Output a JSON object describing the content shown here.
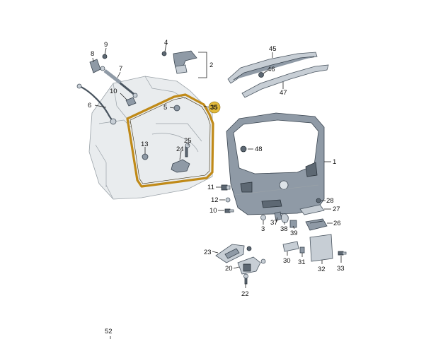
{
  "callouts": {
    "c9": "9",
    "c8": "8",
    "c7": "7",
    "c4": "4",
    "c2": "2",
    "c10a": "10",
    "c6": "6",
    "c5": "5",
    "c35": "35",
    "c45": "45",
    "c46": "46",
    "c47": "47",
    "c13": "13",
    "c25": "25",
    "c24": "24",
    "c48": "48",
    "c1": "1",
    "c11": "11",
    "c12": "12",
    "c10b": "10",
    "c28": "28",
    "c27": "27",
    "c26": "26",
    "c37": "37",
    "c3": "3",
    "c38": "38",
    "c39": "39",
    "c23": "23",
    "c20": "20",
    "c22": "22",
    "c30": "30",
    "c31": "31",
    "c32": "32",
    "c33": "33",
    "c52": "52"
  },
  "colors": {
    "seal": "#c08a18",
    "highlight_badge": "#e2b93b",
    "parts": "#8f9aa6",
    "car_outline": "#9aa2a8"
  }
}
